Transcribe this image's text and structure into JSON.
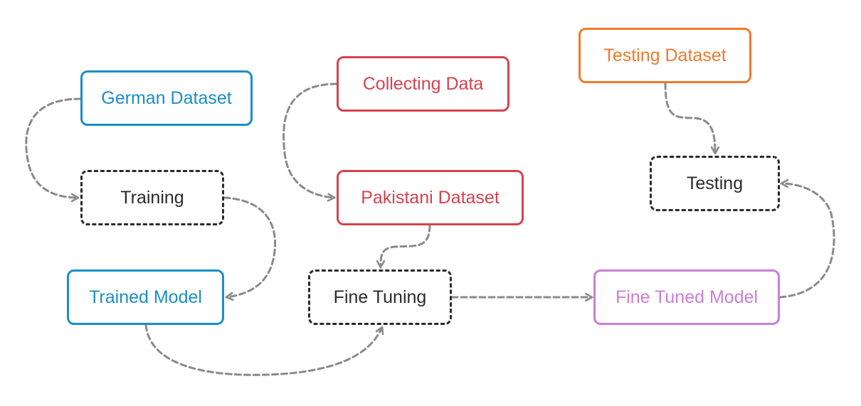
{
  "colors": {
    "blue": "#1a8fc6",
    "red": "#d6424f",
    "orange": "#f07a2a",
    "purple": "#c97fd8",
    "process": "#2b2b2b",
    "connector": "#8a8a8a"
  },
  "nodes": {
    "german_dataset": {
      "label": "German Dataset",
      "kind": "dataset",
      "color": "#1a8fc6"
    },
    "training": {
      "label": "Training",
      "kind": "process",
      "color": "#2b2b2b"
    },
    "trained_model": {
      "label": "Trained Model",
      "kind": "model",
      "color": "#1a8fc6"
    },
    "collecting_data": {
      "label": "Collecting Data",
      "kind": "dataset",
      "color": "#d6424f"
    },
    "pakistani_dataset": {
      "label": "Pakistani Dataset",
      "kind": "dataset",
      "color": "#d6424f"
    },
    "fine_tuning": {
      "label": "Fine Tuning",
      "kind": "process",
      "color": "#2b2b2b"
    },
    "fine_tuned_model": {
      "label": "Fine Tuned Model",
      "kind": "model",
      "color": "#c97fd8"
    },
    "testing_dataset": {
      "label": "Testing Dataset",
      "kind": "dataset",
      "color": "#f07a2a"
    },
    "testing": {
      "label": "Testing",
      "kind": "process",
      "color": "#2b2b2b"
    }
  },
  "edges": [
    {
      "from": "german_dataset",
      "to": "training"
    },
    {
      "from": "training",
      "to": "trained_model"
    },
    {
      "from": "trained_model",
      "to": "fine_tuning"
    },
    {
      "from": "collecting_data",
      "to": "pakistani_dataset"
    },
    {
      "from": "pakistani_dataset",
      "to": "fine_tuning"
    },
    {
      "from": "fine_tuning",
      "to": "fine_tuned_model"
    },
    {
      "from": "fine_tuned_model",
      "to": "testing"
    },
    {
      "from": "testing_dataset",
      "to": "testing"
    }
  ]
}
